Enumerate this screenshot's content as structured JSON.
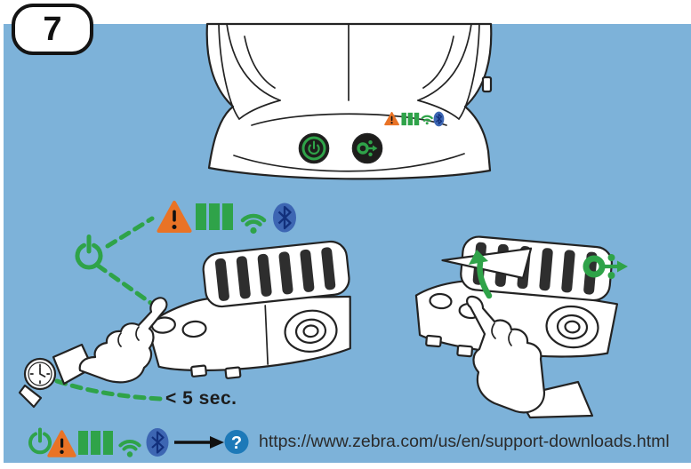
{
  "step_badge": {
    "number": "7"
  },
  "panel": {
    "background": "#7DB2D9"
  },
  "printer_top_view": {
    "status_icons": [
      "warning-icon",
      "battery-level-icon",
      "wifi-icon",
      "bluetooth-icon"
    ],
    "buttons": [
      "power-button",
      "media-feed-button"
    ]
  },
  "power_on_instruction": {
    "symbol": "power-icon",
    "status_icons": [
      "warning-icon",
      "battery-level-icon",
      "wifi-icon",
      "bluetooth-icon"
    ],
    "hold_duration_label": "< 5 sec."
  },
  "feed_instruction": {
    "symbol": "media-feed-icon"
  },
  "support_row": {
    "icons": [
      "power-icon",
      "warning-icon",
      "battery-level-icon",
      "wifi-icon",
      "bluetooth-icon"
    ],
    "arrow": "right-arrow-icon",
    "help_glyph": "?",
    "url": "https://www.zebra.com/us/en/support-downloads.html"
  },
  "colors": {
    "green": "#2FA349",
    "orange": "#E97326",
    "bluetooth_blue": "#3D66B3",
    "bluetooth_rune": "#12307C",
    "help_blue": "#1D79B8"
  }
}
